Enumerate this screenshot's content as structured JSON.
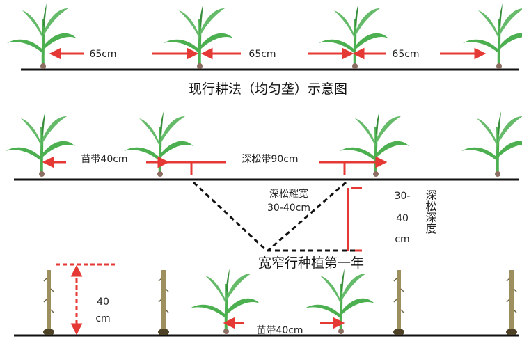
{
  "colors": {
    "arrow": "#e53935",
    "stalk_leaf": "#4caf50",
    "stalk_dark": "#2e7d32",
    "ground": "#111111",
    "text": "#222222",
    "dry_stalk": "#9e8f5e"
  },
  "row1": {
    "spacing_labels": [
      "65cm",
      "65cm",
      "65cm"
    ],
    "caption": "现行耕法（均匀垄）示意图"
  },
  "row2": {
    "seedling_band": "苗带40cm",
    "loosening_band": "深松带90cm",
    "trench_width_line1": "深松耀宽",
    "trench_width_line2": "30-40cm",
    "depth_value_line1": "30-",
    "depth_value_line2": "40",
    "depth_value_line3": "cm",
    "depth_title": "深松深度",
    "caption": "宽窄行种植第一年"
  },
  "row3": {
    "stubble_height": "40",
    "stubble_height_unit": "cm",
    "seedling_band": "苗带40cm"
  }
}
